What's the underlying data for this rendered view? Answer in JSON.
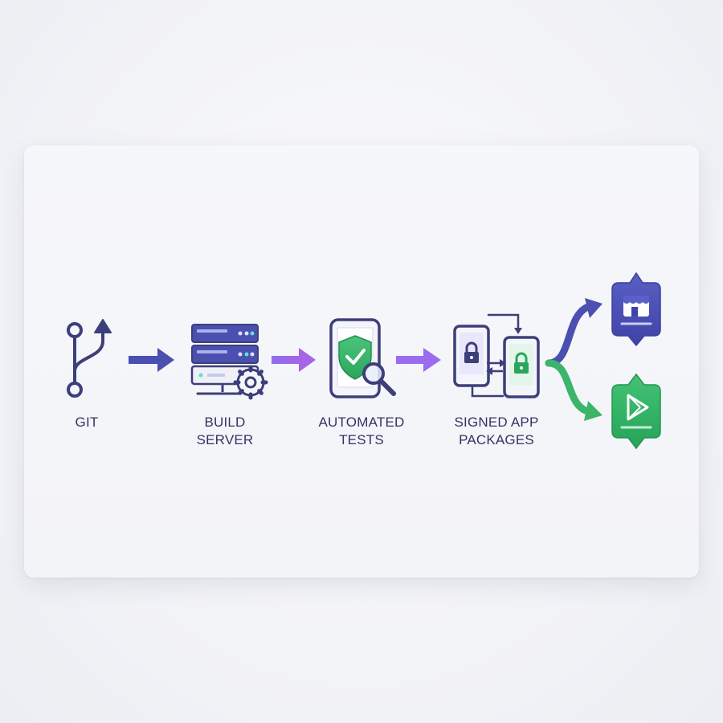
{
  "stages": {
    "git": "GIT",
    "build_line1": "BUILD",
    "build_line2": "SERVER",
    "tests_line1": "AUTOMATED",
    "tests_line2": "TESTS",
    "signed_line1": "SIGNED APP",
    "signed_line2": "PACKAGES"
  },
  "colors": {
    "navy": "#3c3f7a",
    "indigo": "#4a4fb0",
    "purple": "#9b6cf0",
    "green": "#3bb56a",
    "green_dark": "#27a95a"
  },
  "icons": {
    "git": "git-branch-icon",
    "build": "server-gear-icon",
    "tests": "phone-shield-magnifier-icon",
    "signed": "signed-phones-lock-icon",
    "store1": "app-store-icon",
    "store2": "play-store-icon"
  }
}
